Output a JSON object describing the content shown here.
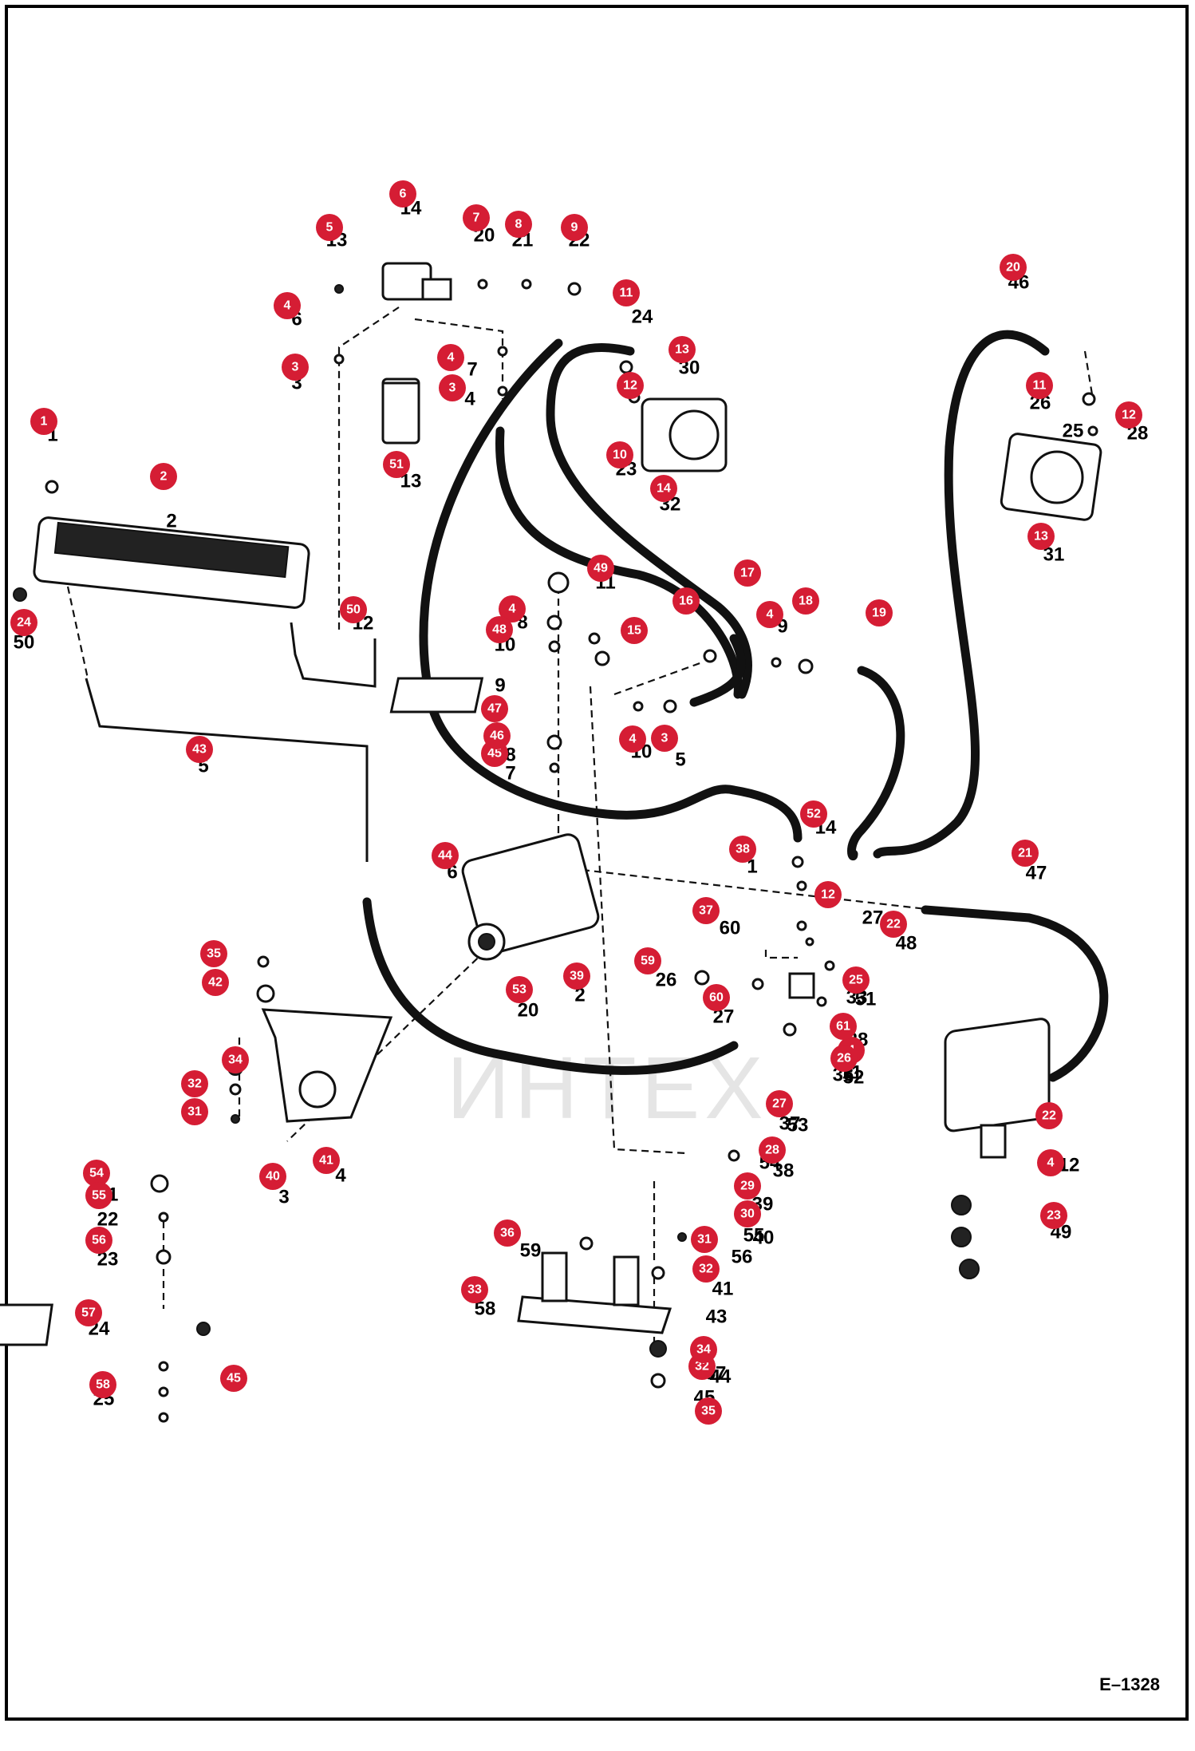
{
  "drawing_number": "E–1328",
  "watermark_text": "ИНТЕХ",
  "callout_color": "#d51d34",
  "callouts": [
    "1",
    "2",
    "3",
    "3",
    "3",
    "4",
    "4",
    "4",
    "4",
    "4",
    "4",
    "4",
    "5",
    "6",
    "7",
    "8",
    "9",
    "10",
    "11",
    "11",
    "12",
    "12",
    "12",
    "13",
    "13",
    "14",
    "15",
    "16",
    "17",
    "18",
    "19",
    "20",
    "21",
    "22",
    "22",
    "23",
    "24",
    "25",
    "26",
    "27",
    "28",
    "29",
    "30",
    "31",
    "31",
    "32",
    "32",
    "32",
    "33",
    "34",
    "34",
    "35",
    "35",
    "36",
    "37",
    "38",
    "39",
    "40",
    "41",
    "42",
    "43",
    "44",
    "45",
    "45",
    "46",
    "47",
    "48",
    "49",
    "50",
    "51",
    "52",
    "53",
    "54",
    "55",
    "56",
    "57",
    "58",
    "59",
    "60",
    "61"
  ],
  "plain_labels": [
    "1",
    "2",
    "3",
    "4",
    "5",
    "6",
    "7",
    "8",
    "9",
    "10",
    "11",
    "12",
    "13",
    "14",
    "20",
    "21",
    "22",
    "23",
    "24",
    "25",
    "26",
    "27",
    "28",
    "30",
    "31",
    "32",
    "33",
    "36",
    "37",
    "38",
    "39",
    "40",
    "41",
    "43",
    "44",
    "45",
    "46",
    "47",
    "48",
    "49",
    "50",
    "51",
    "52",
    "53",
    "54",
    "55",
    "56",
    "57",
    "58",
    "59",
    "60"
  ],
  "parts": {
    "oil_cooler": "cooler-icon",
    "filter_head": "filter-head-icon",
    "filter": "filter-icon",
    "hydrostatic_pump": "pump-icon",
    "motor": "hydraulic-motor-icon",
    "control_valve": "control-valve-icon",
    "manifold_block": "manifold-block-icon",
    "pump_bracket": "pump-bracket-icon",
    "support_plate": "support-plate-icon"
  }
}
